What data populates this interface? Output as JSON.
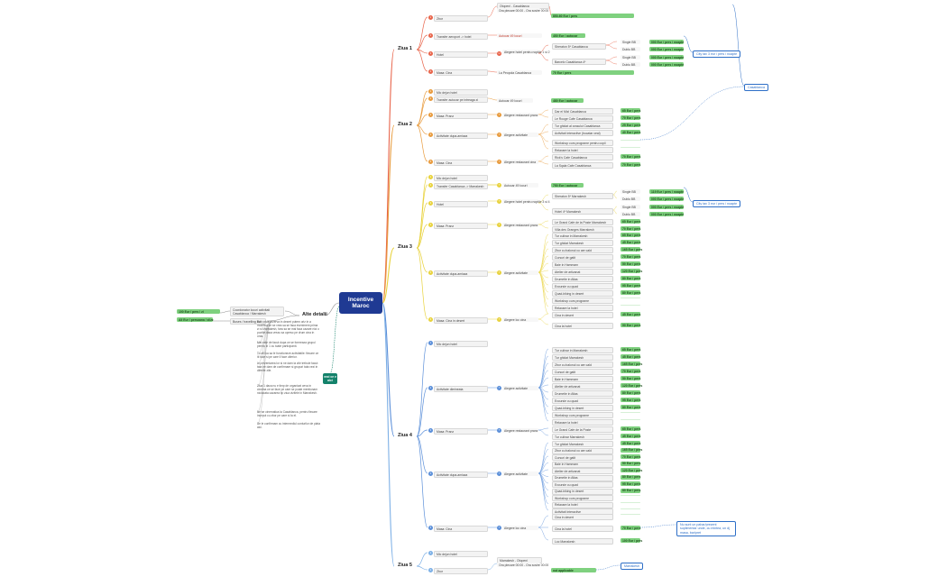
{
  "root": {
    "title_line1": "Incentive",
    "title_line2": "Maroc"
  },
  "details": {
    "header": "Alte detalii",
    "consultants": "Coordonator locuri activitati Casablanca / Marrakesh",
    "transfer_note": "Buses / travelling list",
    "price_left1": "100 Eur / pers / zi",
    "price_left2": "All Eur / persoana / zi/zz",
    "mini_note": "vezi ce e aici",
    "notes": [
      "Sub orice rezerva in desert putem oriz in a modifica ce se vrea sa se faca eveniment prima zi si Marrakesh, fara sa se mai faca cazare nici o pozitie daca vreau sa opresc pe drum cina in oras.",
      "Mai este de facut dupa ce se formeaza grupul pentru zi 1 cu toate participanti.",
      "Tu afli ca sa le functioneze activitatile: fiecare ce iti face si pe care il face ulterior.",
      "In prezentarea lor si ne dam la zile trebuie facut: tata ne dam de confirmare si grupuri tata vezi in diferite zile.",
      "Ziua 1 daca nu e timp de organizat ceva in cinema ce se face pe care se poate mentionam niciodata cazarea tip ziua vizitele in Marrakesh.",
      "Ne se cinematica la Casablanca, pentru fiecare inceput cu zbor pe care si la el.",
      "Se le confirmam cu intermediul conturilor de plata aici."
    ]
  },
  "days": [
    {
      "label": "Ziua 1"
    },
    {
      "label": "Ziua 2"
    },
    {
      "label": "Ziua 3"
    },
    {
      "label": "Ziua 4"
    },
    {
      "label": "Ziua 5"
    }
  ],
  "d1": {
    "items": [
      {
        "n": "1",
        "t": "Zbor"
      },
      {
        "n": "2",
        "t": "Transfer aeroport -> hotel"
      },
      {
        "n": "3",
        "t": "Hotel"
      },
      {
        "n": "4",
        "t": "Masa: Cina"
      }
    ],
    "flight": "Otopeni - Casablanca",
    "flight_sub": "Ora plecare 00:00 - Ora sosire 00:00",
    "flight_price": "850-60 Eur / pers",
    "transfer_via": "Autocar 49 locuri",
    "transfer_price": "450 Eur / autocar",
    "hotel_req": "Alegere hotel pentru noptile 1 si 2",
    "hotel_opts": [
      "Sheraton 5* Casablanca",
      "Barcelo Casablanca 4*"
    ],
    "room_types": [
      "Single BB",
      "Dublu BB",
      "Single BB",
      "Dublu BB"
    ],
    "room_prices": [
      "000 Eur / pers / noapte",
      "000 Eur / pers / noapte",
      "000 Eur / pers / noapte",
      "000 Eur / pers / noapte"
    ],
    "dinner_opt": "La Peopola Casablanca",
    "dinner_price": "70 Eur / pers",
    "city_tax": "City tax 3 eur / pers / noapte"
  },
  "d2": {
    "items": [
      {
        "n": "1",
        "t": "Mic dejun hotel"
      },
      {
        "n": "2",
        "t": "Transfer autocar pe intreaga zi"
      },
      {
        "n": "3",
        "t": "Masa: Pranz"
      },
      {
        "n": "4",
        "t": "Activitate dupa-amiaza"
      },
      {
        "n": "5",
        "t": "Masa: Cina"
      }
    ],
    "bus": "Autocar 49 locuri",
    "bus_price": "480 Eur / autocar",
    "lunch_req": "Alegere restaurant pranz",
    "act_req": "Alegere activitate",
    "dinner_req": "Alegere restaurant cina",
    "lunch_opts": [
      "Dar el Mizl Casablanca",
      "Le Rouge Cafe Casablanca"
    ],
    "lunch_prices": [
      "65 Eur / pers",
      "70 Eur / pers"
    ],
    "act_opts": [
      "Tur ghidat al orasului Casablanca",
      "Activitati interactive (bucatar ceai)",
      "Workshop curs programe pentru copii",
      "Relaxare la hotel"
    ],
    "act_prices": [
      "25 Eur / pers",
      "40 Eur / pers",
      "",
      ""
    ],
    "dinner_opts": [
      "Rick's Cafe Casablanca",
      "La Sqala Cafe Casablanca"
    ],
    "dinner_prices": [
      "70 Eur / pers",
      "70 Eur / pers"
    ],
    "label_cas": "Casablanca"
  },
  "d3": {
    "items": [
      {
        "n": "1",
        "t": "Mic dejun hotel"
      },
      {
        "n": "2",
        "t": "Transfer Casablanca -> Marrakesh"
      },
      {
        "n": "3",
        "t": "Hotel"
      },
      {
        "n": "4",
        "t": "Masa: Pranz"
      },
      {
        "n": "5",
        "t": "Activitate dupa-amiaza"
      },
      {
        "n": "6",
        "t": "Masa: Cina in desert"
      }
    ],
    "bus": "Autocar 49 locuri",
    "bus_price": "750 Eur / autocar",
    "hotel_req": "Alegere hotel pentru noptile 3 si 4",
    "hotel_opts": [
      "Sheraton 5* Marrakesh",
      "Hotel 4* Marrakesh"
    ],
    "room_prices": [
      "119 Eur / pers / noapte",
      "000 Eur / pers / noapte",
      "000 Eur / pers / noapte",
      "000 Eur / pers / noapte"
    ],
    "lunch_req": "Alegere restaurant pranz",
    "lunch_opts": [
      "Le Grand Cafe de la Poste Marrakesh",
      "Villa des Oranges Marrakesh"
    ],
    "lunch_prices": [
      "65 Eur / pers",
      "70 Eur / pers"
    ],
    "act_req": "Alegere activitate",
    "act_opts": [
      "Tur culinar in Marrakesh",
      "Tur ghidat Marrakesh",
      "Zbor cu balonul cu aer cald",
      "Cursuri de gatit",
      "Baie in Hammam",
      "Atelier de artizanat",
      "Drumetie in Atlas",
      "Excursie cu quad",
      "Quad-biking in desert",
      "Workshop curs programe",
      "Relaxare la hotel",
      "Activitati interactive"
    ],
    "act_prices": [
      "65 Eur / pers",
      "45 Eur / pers",
      "165 Eur / pers",
      "70 Eur / pers",
      "50 Eur / pers",
      "120 Eur / pers",
      "80 Eur / pers",
      "95 Eur / pers",
      "80 Eur / pers",
      "",
      "",
      ""
    ],
    "dinner_req": "Alegere loc cina",
    "dinner_opts": [
      "Cina in desert",
      "Cina la hotel"
    ],
    "dinner_prices": [
      "45 Eur / pers",
      "90 Eur / pers"
    ],
    "city_tax": "City tax 3 eur / pers / noapte"
  },
  "d4": {
    "items": [
      {
        "n": "1",
        "t": "Mic dejun hotel"
      },
      {
        "n": "2",
        "t": "Activitate dimineata"
      },
      {
        "n": "3",
        "t": "Masa: Pranz"
      },
      {
        "n": "4",
        "t": "Activitate dupa-amiaza"
      },
      {
        "n": "5",
        "t": "Masa: Cina"
      }
    ],
    "act_req": "Alegere activitate",
    "lunch_req": "Alegere restaurant pranz",
    "dinner_req": "Alegere loc cina",
    "act_opts": [
      "Tur culinar in Marrakesh",
      "Tur ghidat Marrakesh",
      "Zbor cu balonul cu aer cald",
      "Cursuri de gatit",
      "Baie in Hammam",
      "Atelier de artizanat",
      "Drumetie in Atlas",
      "Excursie cu quad",
      "Quad-biking in desert",
      "Workshop curs programe",
      "Relaxare la hotel"
    ],
    "act_prices": [
      "65 Eur / pers",
      "45 Eur / pers",
      "165 Eur / pers",
      "70 Eur / pers",
      "50 Eur / pers",
      "120 Eur / pers",
      "80 Eur / pers",
      "95 Eur / pers",
      "80 Eur / pers",
      "",
      ""
    ],
    "lunch_opts": [
      "Le Grand Cafe de la Poste",
      "Tur culinar Marrakesh"
    ],
    "lunch_prices": [
      "65 Eur / pers",
      "45 Eur / pers"
    ],
    "act2_opts": [
      "Tur ghidat Marrakesh",
      "Zbor cu balonul cu aer cald",
      "Cursuri de gatit",
      "Baie in Hammam",
      "Atelier de artizanat",
      "Drumetie in Atlas",
      "Excursie cu quad",
      "Quad-biking in desert",
      "Workshop curs programe",
      "Relaxare la hotel",
      "Activitati interactive"
    ],
    "act2_prices": [
      "45 Eur / pers",
      "165 Eur / pers",
      "70 Eur / pers",
      "50 Eur / pers",
      "120 Eur / pers",
      "80 Eur / pers",
      "95 Eur / pers",
      "80 Eur / pers",
      "",
      "",
      ""
    ],
    "dinner_opts": [
      "Cina in desert",
      "Cina la hotel",
      "Loc Marrakesh"
    ],
    "dinner_prices": [
      "",
      "70 Eur / pers",
      "100 Eur / pers"
    ],
    "callout": "Nu sunt un pahar/prezent suplimentar unde, cu mintea, un dj masa, bar/pret"
  },
  "d5": {
    "items": [
      {
        "n": "1",
        "t": "Mic dejun hotel"
      },
      {
        "n": "2",
        "t": "Zbor"
      }
    ],
    "flight": "Marrakesh - Otopeni",
    "flight_sub": "Ora plecare 00:00 - Ora sosire 00:00",
    "flight_price": "not applicable",
    "callout": "Marrakesh"
  },
  "colors": {
    "d1": "#e8644a",
    "d2": "#e89a3c",
    "d3": "#e8d23c",
    "d4": "#5b8fd9",
    "d5": "#7db0e6",
    "green": "#7fd17f",
    "center": "#1f3a93",
    "teal": "#14826b"
  }
}
